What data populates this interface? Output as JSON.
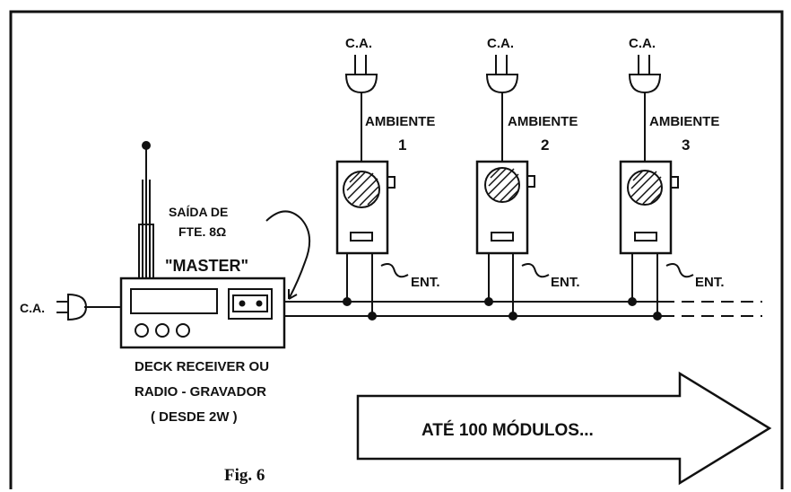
{
  "power_label": "C.A.",
  "rooms": [
    {
      "title": "AMBIENTE",
      "number": "1",
      "power": "C.A.",
      "input": "ENT."
    },
    {
      "title": "AMBIENTE",
      "number": "2",
      "power": "C.A.",
      "input": "ENT."
    },
    {
      "title": "AMBIENTE",
      "number": "3",
      "power": "C.A.",
      "input": "ENT."
    }
  ],
  "output_label_line1": "SAÍDA DE",
  "output_label_line2": "FTE. 8Ω",
  "master_label": "\"MASTER\"",
  "master_power": "C.A.",
  "source_line1": "DECK RECEIVER OU",
  "source_line2": "RADIO - GRAVADOR",
  "source_line3": "( DESDE 2W )",
  "arrow_text": "ATÉ 100 MÓDULOS...",
  "caption": "Fig. 6"
}
